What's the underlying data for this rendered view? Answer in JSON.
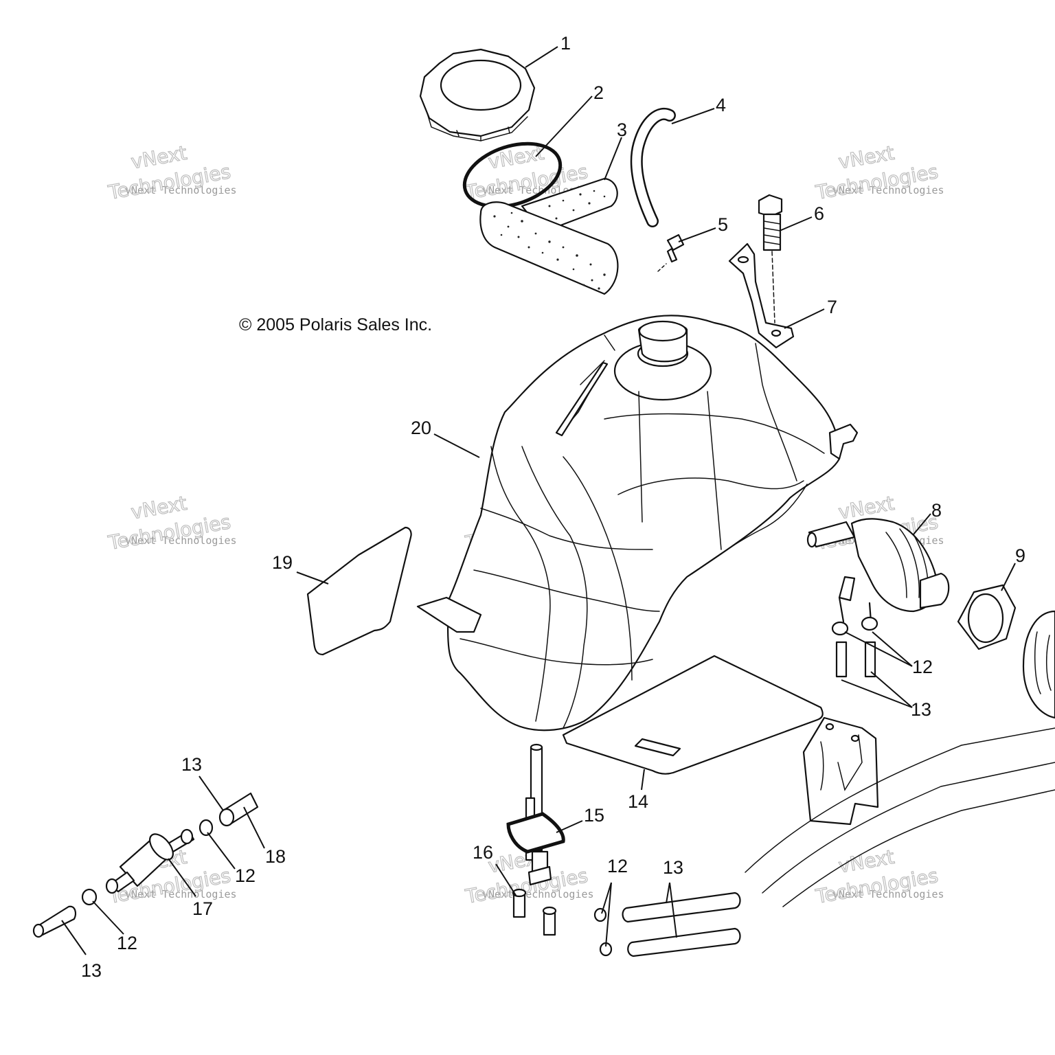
{
  "copyright": "© 2005 Polaris Sales Inc.",
  "watermark": {
    "line1": "vNext Technologies",
    "line2": "vNext",
    "line3": "Technologies"
  },
  "callouts": [
    {
      "id": "c1",
      "text": "1"
    },
    {
      "id": "c2",
      "text": "2"
    },
    {
      "id": "c3",
      "text": "3"
    },
    {
      "id": "c4",
      "text": "4"
    },
    {
      "id": "c5",
      "text": "5"
    },
    {
      "id": "c6",
      "text": "6"
    },
    {
      "id": "c7",
      "text": "7"
    },
    {
      "id": "c8",
      "text": "8"
    },
    {
      "id": "c9",
      "text": "9"
    },
    {
      "id": "c12a",
      "text": "12"
    },
    {
      "id": "c13a",
      "text": "13"
    },
    {
      "id": "c14",
      "text": "14"
    },
    {
      "id": "c15",
      "text": "15"
    },
    {
      "id": "c16",
      "text": "16"
    },
    {
      "id": "c12b",
      "text": "12"
    },
    {
      "id": "c13b",
      "text": "13"
    },
    {
      "id": "c13c",
      "text": "13"
    },
    {
      "id": "c18",
      "text": "18"
    },
    {
      "id": "c12c",
      "text": "12"
    },
    {
      "id": "c17",
      "text": "17"
    },
    {
      "id": "c12d",
      "text": "12"
    },
    {
      "id": "c13d",
      "text": "13"
    },
    {
      "id": "c19",
      "text": "19"
    },
    {
      "id": "c20",
      "text": "20"
    }
  ]
}
